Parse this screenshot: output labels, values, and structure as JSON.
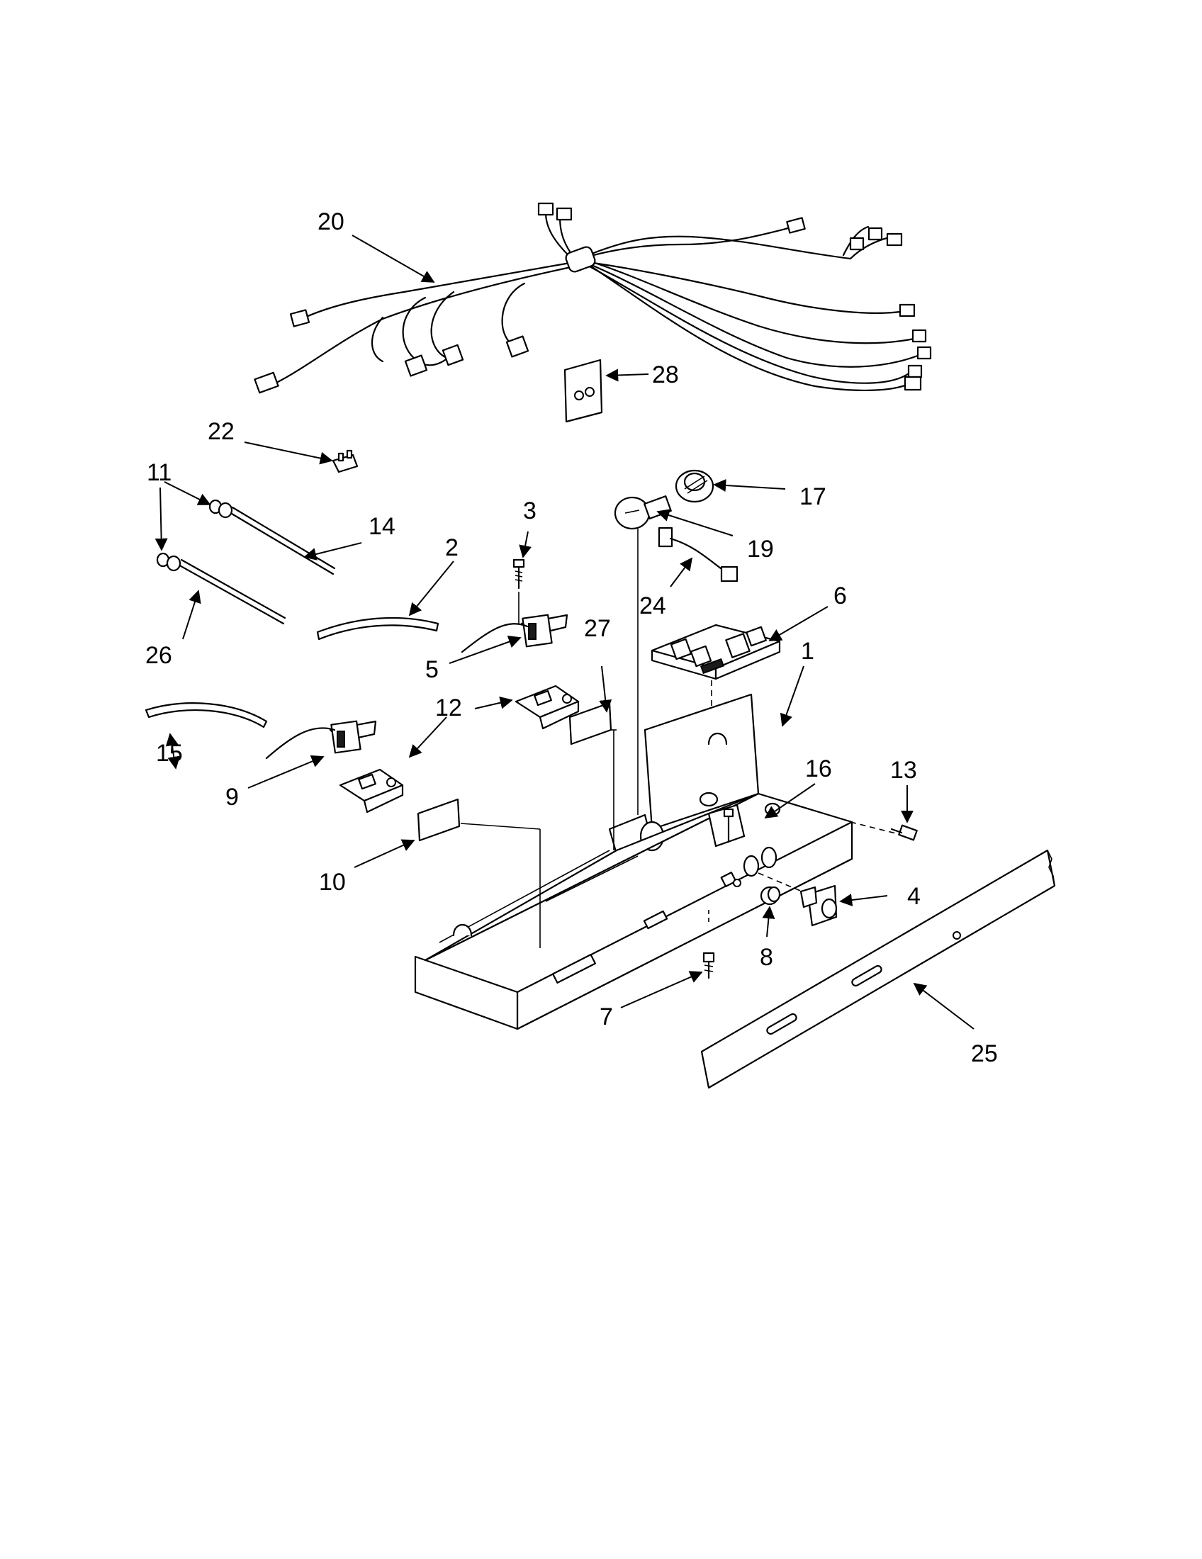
{
  "callouts": {
    "c1": "1",
    "c2": "2",
    "c3": "3",
    "c4": "4",
    "c5": "5",
    "c6": "6",
    "c7": "7",
    "c8": "8",
    "c9": "9",
    "c10": "10",
    "c11": "11",
    "c12": "12",
    "c13": "13",
    "c14": "14",
    "c15": "15",
    "c16": "16",
    "c17": "17",
    "c19": "19",
    "c20": "20",
    "c22": "22",
    "c24": "24",
    "c25": "25",
    "c26": "26",
    "c27": "27",
    "c28": "28"
  },
  "colors": {
    "line": "#000000",
    "background": "#ffffff"
  }
}
